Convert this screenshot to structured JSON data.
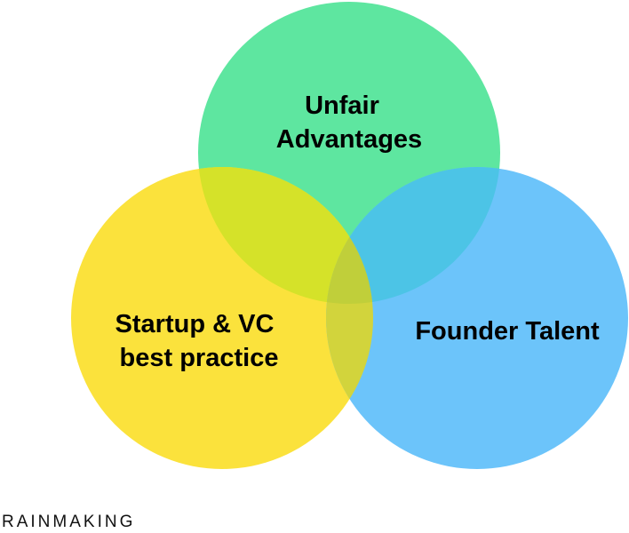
{
  "diagram": {
    "type": "venn",
    "circles": [
      {
        "id": "unfair-advantages",
        "label_lines": [
          "Unfair",
          "Advantages"
        ],
        "color": "#5ee6a0"
      },
      {
        "id": "startup-vc",
        "label_lines": [
          "Startup & VC",
          "best practice"
        ],
        "color": "#fbe23c"
      },
      {
        "id": "founder-talent",
        "label_lines": [
          "Founder Talent"
        ],
        "color": "#6cc4fa"
      }
    ],
    "overlap_colors": {
      "green_yellow": "#d5e229",
      "green_blue": "#4cc4e6",
      "yellow_blue": "#d2d43c",
      "center": "#c0cf3a"
    }
  },
  "brand": {
    "name": "RAINMAKING"
  }
}
